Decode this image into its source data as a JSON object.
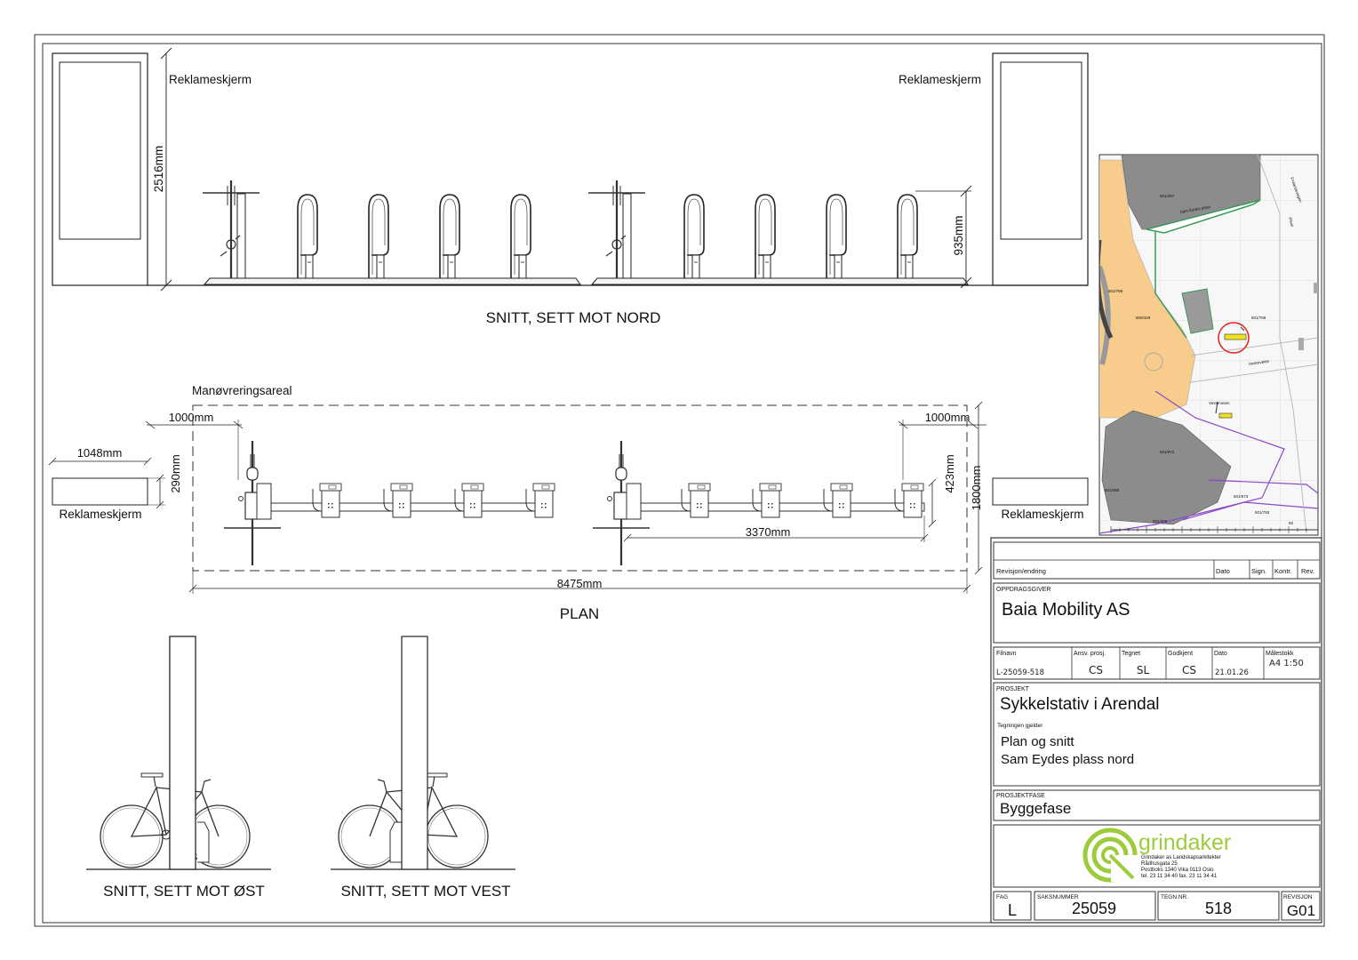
{
  "elevation_north": {
    "screen_label_left": "Reklameskjerm",
    "screen_label_right": "Reklameskjerm",
    "dim_height": "2516mm",
    "dim_rack_height": "935mm",
    "title": "SNITT, SETT MOT NORD"
  },
  "plan": {
    "area_label": "Manøvreringsareal",
    "dim_left_clearance": "1000mm",
    "dim_right_clearance": "1000mm",
    "dim_screen_width": "1048mm",
    "dim_screen_depth": "290mm",
    "screen_label_left": "Reklameskjerm",
    "screen_label_right": "Reklameskjerm",
    "dim_rack_depth": "423mm",
    "dim_total_depth": "1800mm",
    "dim_rack_length": "3370mm",
    "dim_total_length": "8475mm",
    "title": "PLAN"
  },
  "sections": {
    "east_title": "SNITT, SETT MOT ØST",
    "west_title": "SNITT, SETT MOT VEST"
  },
  "map": {
    "labels": [
      "501/387",
      "Sam Eydes plass",
      "501/785",
      "600/429",
      "501/788",
      "Vesterveien",
      "501/872",
      "501/389",
      "501/673",
      "501/793",
      "501/308",
      "Frolandsvegen",
      "Pilvei",
      "50",
      "Vesterveien"
    ]
  },
  "title_block": {
    "revision_header": "Revisjon/endring",
    "col_date": "Dato",
    "col_sign": "Sign.",
    "col_check": "Kontr.",
    "col_rev": "Rev.",
    "client_label": "OPPDRAGSGIVER",
    "client": "Baia Mobility AS",
    "file_label": "Filnavn",
    "file": "L-25059-518",
    "resp_label": "Ansv. prosj.",
    "resp": "CS",
    "drawn_label": "Tegnet",
    "drawn": "SL",
    "approved_label": "Godkjent",
    "approved": "CS",
    "date_label": "Dato",
    "date": "21.01.26",
    "scale_label": "Målestokk",
    "scale": "A4  1:50",
    "project_label": "PROSJEKT",
    "project": "Sykkelstativ i Arendal",
    "concerns_label": "Tegningen gjelder",
    "concerns_line1": "Plan og snitt",
    "concerns_line2": "Sam Eydes plass nord",
    "phase_label": "PROSJEKTFASE",
    "phase": "Byggefase",
    "logo_name": "grindaker",
    "logo_line1": "Grindaker as Landskapsarkitekter",
    "logo_line2": "Rådhusgata 25",
    "logo_line3": "Postboks 1340 Vika       0113 Oslo",
    "logo_line4": "tel. 23 11 34 40     fax. 23 11 34 41",
    "fag_label": "FAG",
    "fag": "L",
    "case_label": "SAKSNUMMER",
    "case": "25059",
    "drawing_no_label": "TEGN.NR.",
    "drawing_no": "518",
    "revision_label": "REVISJON",
    "revision": "G01"
  },
  "colors": {
    "map_orange": "#f8cc8c",
    "map_building": "#8c8c8c",
    "map_green": "#3a9a5a",
    "map_purple": "#8a4ac8",
    "marker_red": "#e02020",
    "marker_yellow": "#f0e020",
    "logo_green": "#9ccc3c"
  }
}
